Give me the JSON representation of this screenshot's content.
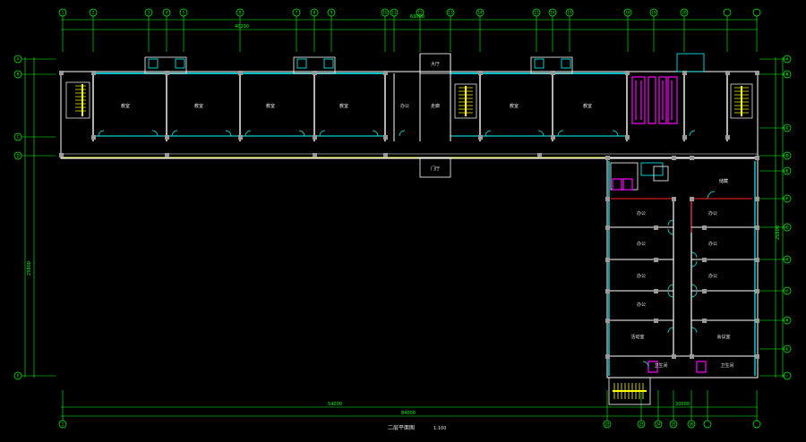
{
  "drawing": {
    "title": "二层平面图",
    "scale": "1:100",
    "colors": {
      "background": "#000000",
      "axis": "#00ff00",
      "wall": "#ffffff",
      "window": "#00ffff",
      "column": "#9a9a9a",
      "dimension": "#00ff00",
      "text": "#e6e6e6",
      "stair": "#ffff00",
      "toilet": "#ff00ff",
      "red_line": "#ff2020",
      "outer_wall": "#ffff66"
    }
  },
  "top_dimensions": {
    "overall": "63000",
    "north_wing": "40200"
  },
  "bottom_dimensions": {
    "overall": "84000",
    "west_part": "54000",
    "east_part": "30000"
  },
  "side_dimensions": {
    "left_overall": "25800",
    "right_overall": "25800"
  },
  "rooms": {
    "north_wing": [
      "教室",
      "教室",
      "教室",
      "教室",
      "办公",
      "走廊",
      "教室",
      "教室"
    ],
    "east_wing": [
      "办公",
      "办公",
      "办公",
      "办公",
      "办公",
      "办公",
      "办公",
      "活动室",
      "会议室",
      "储藏",
      "卫生间",
      "卫生间"
    ],
    "corridor_top": "大厅",
    "corridor_bottom": "门厅"
  },
  "grid_labels": {
    "top": [
      "1",
      "2",
      "3",
      "4",
      "5",
      "6",
      "7",
      "8",
      "9",
      "10",
      "11",
      "12",
      "13",
      "14",
      "15",
      "16",
      "17",
      "18",
      "19",
      "20"
    ],
    "bottom": [
      "1",
      "22",
      "23",
      "24",
      "25",
      "26"
    ],
    "left": [
      "A",
      "B",
      "C",
      "D",
      "E"
    ],
    "right": [
      "A",
      "B",
      "C",
      "D",
      "E",
      "F",
      "G",
      "H",
      "J",
      "K",
      "L"
    ]
  }
}
